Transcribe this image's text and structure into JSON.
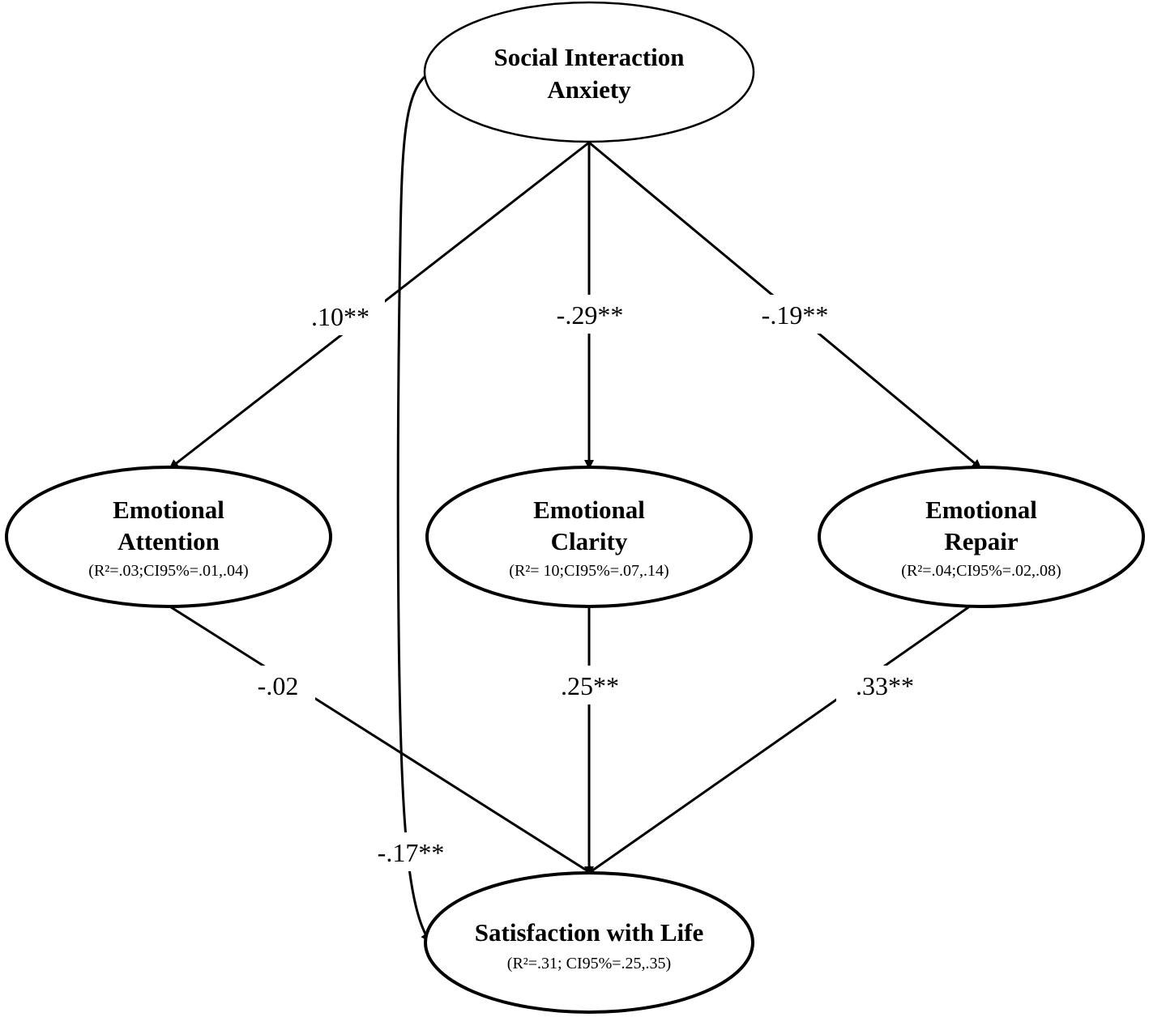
{
  "nodes": {
    "anxiety": {
      "line1": "Social Interaction",
      "line2": "Anxiety"
    },
    "attention": {
      "line1": "Emotional",
      "line2": "Attention",
      "stat": "(R²=.03;CI95%=.01,.04)"
    },
    "clarity": {
      "line1": "Emotional",
      "line2": "Clarity",
      "stat": "(R²= 10;CI95%=.07,.14)"
    },
    "repair": {
      "line1": "Emotional",
      "line2": "Repair",
      "stat": "(R²=.04;CI95%=.02,.08)"
    },
    "satisfaction": {
      "line1": "Satisfaction with Life",
      "stat": "(R²=.31; CI95%=.25,.35)"
    }
  },
  "edges": {
    "anxiety_attention": ".10**",
    "anxiety_clarity": "-.29**",
    "anxiety_repair": "-.19**",
    "attention_satisfaction": "-.02",
    "clarity_satisfaction": ".25**",
    "repair_satisfaction": ".33**",
    "anxiety_satisfaction": "-.17**"
  }
}
